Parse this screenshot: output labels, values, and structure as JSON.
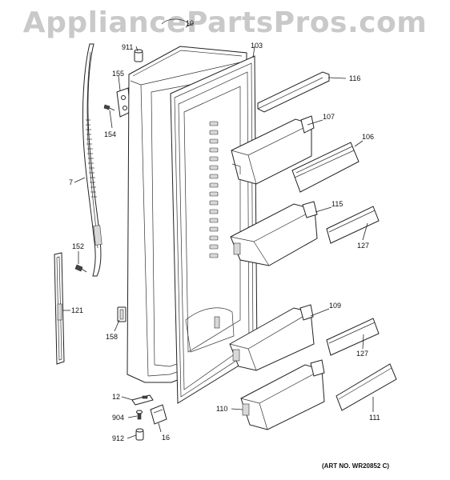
{
  "watermark": "AppliancePartsPros.com",
  "art_number": "(ART NO. WR20852 C)",
  "callouts": {
    "c10": "10",
    "c911": "911",
    "c103": "103",
    "c155": "155",
    "c154": "154",
    "c116": "116",
    "c107": "107",
    "c106": "106",
    "c7": "7",
    "c115": "115",
    "c127a": "127",
    "c152": "152",
    "c121": "121",
    "c109": "109",
    "c158": "158",
    "c127b": "127",
    "c12": "12",
    "c110": "110",
    "c111": "111",
    "c904": "904",
    "c16": "16",
    "c912": "912"
  }
}
